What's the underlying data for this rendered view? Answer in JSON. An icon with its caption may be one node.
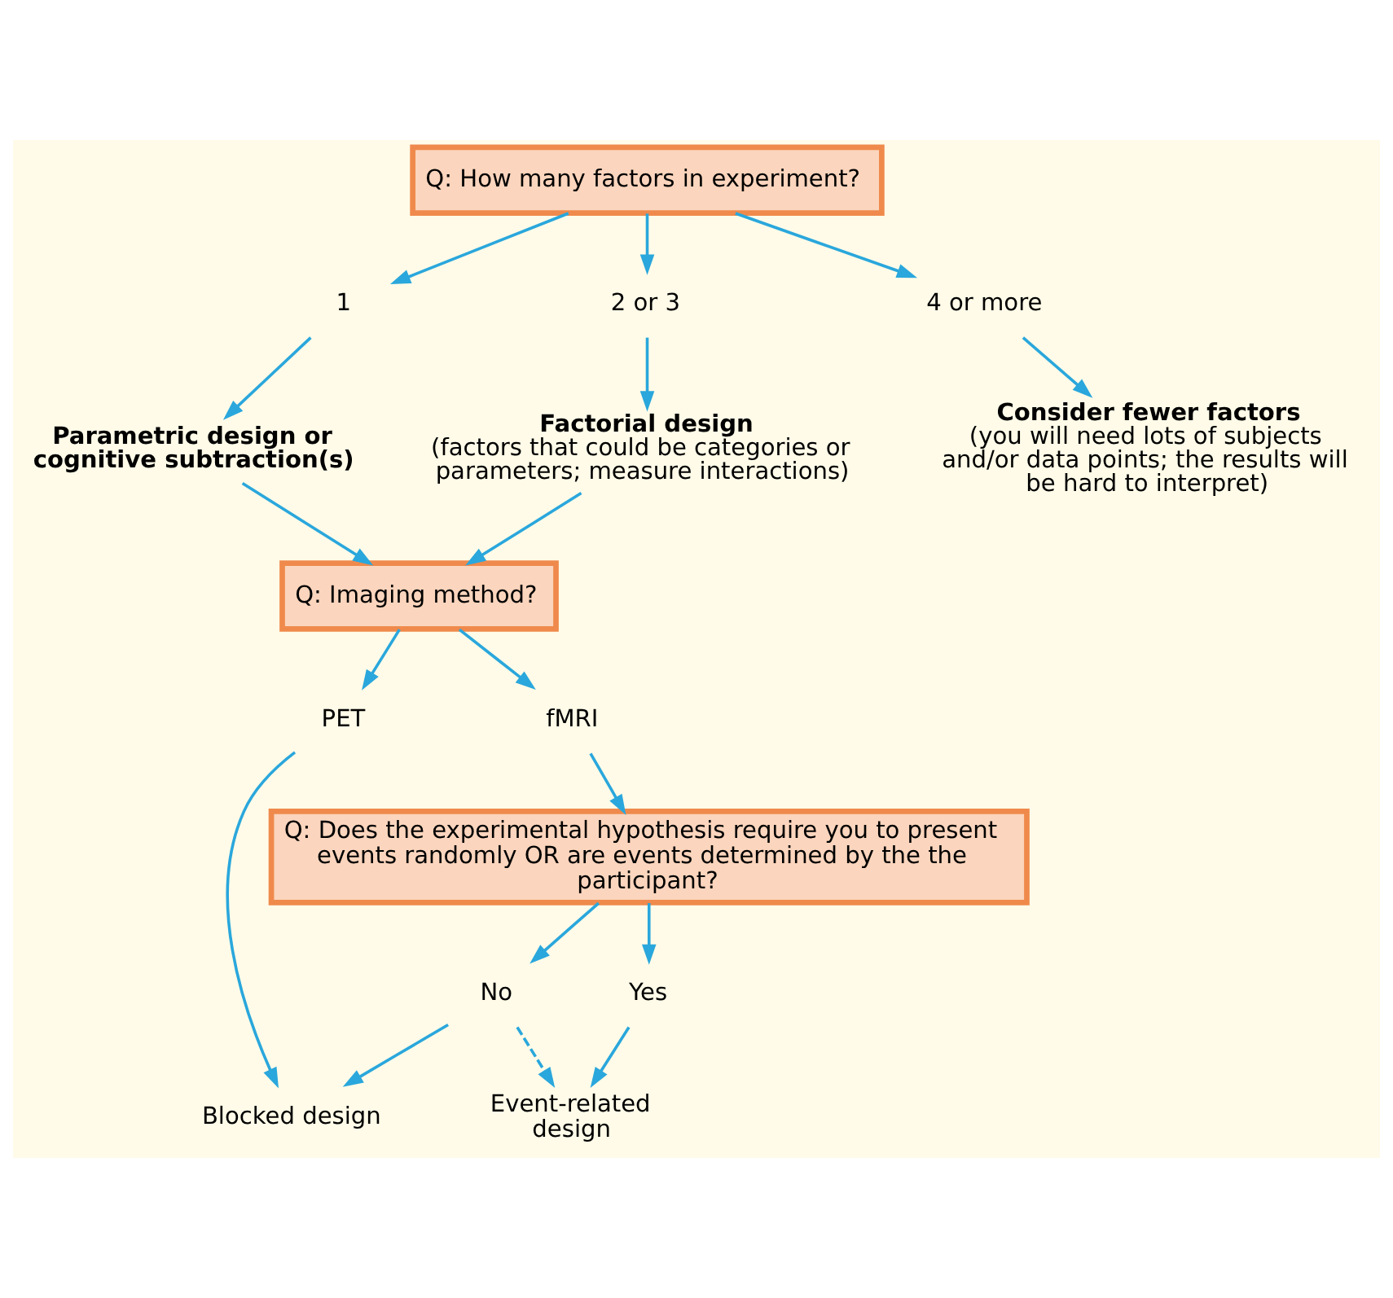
{
  "diagram": {
    "nodes": [
      {
        "text": [
          "Q: How many factors in experiment?"
        ]
      },
      {
        "text": [
          "1"
        ]
      },
      {
        "text": [
          "2 or 3"
        ]
      },
      {
        "text": [
          "4 or more"
        ]
      },
      {
        "text": [
          "Parametric design or cognitive subtraction(s)"
        ]
      },
      {
        "text": [
          "Factorial design",
          "(factors that could be categories or parameters; measure interactions)"
        ]
      },
      {
        "text": [
          "Consider fewer factors",
          "(you will need lots of subjects and/or data points; the results will be hard to interpret)"
        ]
      },
      {
        "text": [
          "Q: Imaging method?"
        ]
      },
      {
        "text": [
          "PET"
        ]
      },
      {
        "text": [
          "fMRI"
        ]
      },
      {
        "text": [
          "Q: Does the experimental hypothesis require you to present events randomly OR are events determined by the the participant?"
        ]
      },
      {
        "text": [
          "No"
        ]
      },
      {
        "text": [
          "Yes"
        ]
      },
      {
        "text": [
          "Blocked design"
        ]
      },
      {
        "text": [
          "Event-related design"
        ]
      }
    ],
    "edges": [
      {
        "from": 0,
        "to": 1,
        "arrow": "to"
      },
      {
        "from": 0,
        "to": 2,
        "arrow": "to"
      },
      {
        "from": 0,
        "to": 3,
        "arrow": "to"
      },
      {
        "from": 1,
        "to": 4,
        "arrow": "to"
      },
      {
        "from": 2,
        "to": 5,
        "arrow": "to"
      },
      {
        "from": 3,
        "to": 6,
        "arrow": "to"
      },
      {
        "from": 4,
        "to": 7,
        "arrow": "to"
      },
      {
        "from": 5,
        "to": 7,
        "arrow": "to"
      },
      {
        "from": 7,
        "to": 8,
        "arrow": "to"
      },
      {
        "from": 7,
        "to": 9,
        "arrow": "to"
      },
      {
        "from": 9,
        "to": 10,
        "arrow": "to"
      },
      {
        "from": 8,
        "to": 13,
        "arrow": "to"
      },
      {
        "from": 10,
        "to": 11,
        "arrow": "to"
      },
      {
        "from": 10,
        "to": 12,
        "arrow": "to"
      },
      {
        "from": 11,
        "to": 13,
        "arrow": "to"
      },
      {
        "from": 11,
        "to": 14,
        "arrow": "to",
        "style": "dashed"
      },
      {
        "from": 12,
        "to": 14,
        "arrow": "to"
      }
    ]
  }
}
